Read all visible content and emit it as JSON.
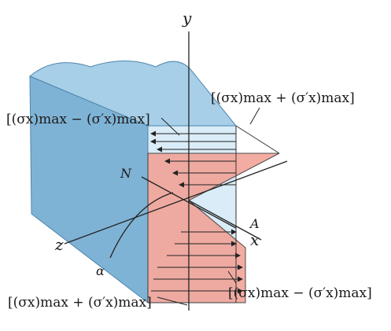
{
  "axes": {
    "y": "y",
    "z": "z",
    "x": "x"
  },
  "points": {
    "N": "N",
    "A": "A",
    "alpha": "α"
  },
  "stress_labels": {
    "top_left": "[(σx)max − (σ′x)max]",
    "top_right": "[(σx)max + (σ′x)max]",
    "bottom_left": "[(σx)max + (σ′x)max]",
    "bottom_right": "[(σx)max − (σ′x)max]"
  },
  "colors": {
    "beam_front": "#7fb3d6",
    "beam_top": "#a8cfe8",
    "beam_side": "#5f9cc4",
    "stress_fill": "#f2a196",
    "lines": "#222222"
  }
}
